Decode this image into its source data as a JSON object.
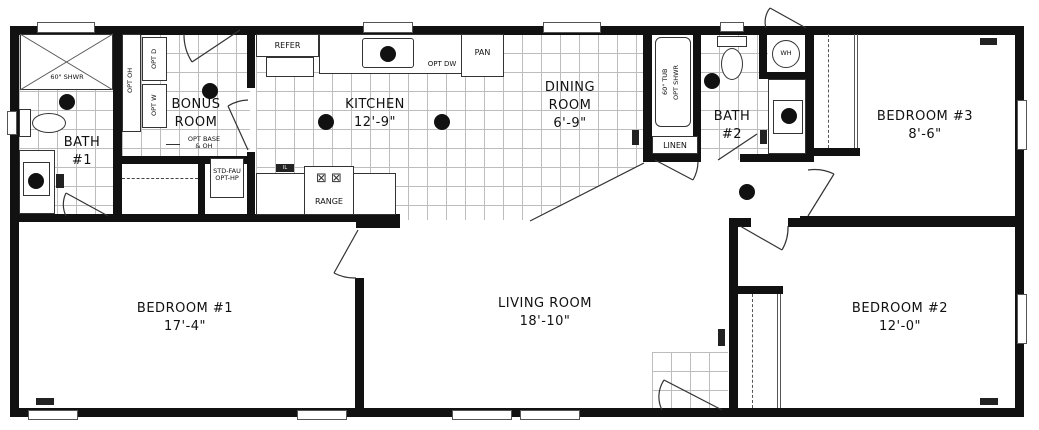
{
  "floor_plan": {
    "rooms": [
      {
        "id": "bath1",
        "name": "BATH",
        "suffix": "#1"
      },
      {
        "id": "bonus",
        "name": "BONUS",
        "suffix": "ROOM"
      },
      {
        "id": "kitchen",
        "name": "KITCHEN",
        "size": "12'-9\""
      },
      {
        "id": "dining",
        "name": "DINING",
        "suffix": "ROOM",
        "size": "6'-9\""
      },
      {
        "id": "bath2",
        "name": "BATH",
        "suffix": "#2"
      },
      {
        "id": "bedroom3",
        "name": "BEDROOM #3",
        "size": "8'-6\""
      },
      {
        "id": "bedroom1",
        "name": "BEDROOM #1",
        "size": "17'-4\""
      },
      {
        "id": "living",
        "name": "LIVING ROOM",
        "size": "18'-10\""
      },
      {
        "id": "bedroom2",
        "name": "BEDROOM #2",
        "size": "12'-0\""
      }
    ],
    "fixtures": {
      "shower": "60\" SHWR",
      "opt_oh": "OPT OH",
      "opt_d": "OPT D",
      "opt_w": "OPT W",
      "opt_base_line1": "OPT BASE",
      "opt_base_line2": "& OH",
      "fau_line1": "STD-FAU",
      "fau_line2": "OPT-HP",
      "refer": "REFER",
      "opt_dw": "OPT DW",
      "pan": "PAN",
      "range": "RANGE",
      "il": "IL",
      "tub_line1": "60\" TUB",
      "tub_line2": "OPT SHWR",
      "linen": "LINEN",
      "wh": "WH"
    },
    "colors": {
      "wall": "#111111",
      "tile_grid": "#bdbdbd",
      "background": "#ffffff"
    }
  }
}
